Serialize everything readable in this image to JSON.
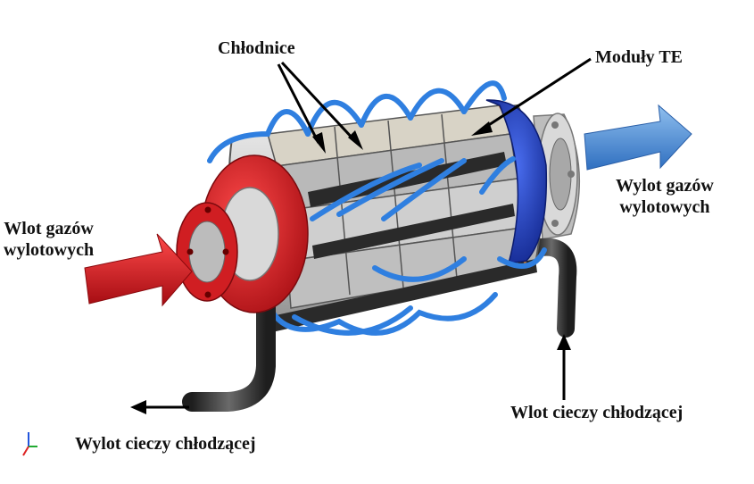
{
  "labels": {
    "coolers": "Chłodnice",
    "te_modules": "Moduły TE",
    "gas_outlet_line1": "Wylot gazów",
    "gas_outlet_line2": "wylotowych",
    "gas_inlet_line1": "Wlot gazów",
    "gas_inlet_line2": "wylotowych",
    "coolant_inlet": "Wlot cieczy chłodzącej",
    "coolant_outlet": "Wylot cieczy chłodzącej"
  },
  "colors": {
    "inlet_flange": "#d41e24",
    "outlet_flange": "#1c3fc9",
    "hose": "#2f7fe0",
    "gas_in_arrow": "#c8141c",
    "gas_out_arrow": "#4d8fd6",
    "coolant_pipe": "#3a3a3a",
    "body_metal": "#c9c9c9"
  },
  "icons": [
    "axis-triad-icon"
  ]
}
